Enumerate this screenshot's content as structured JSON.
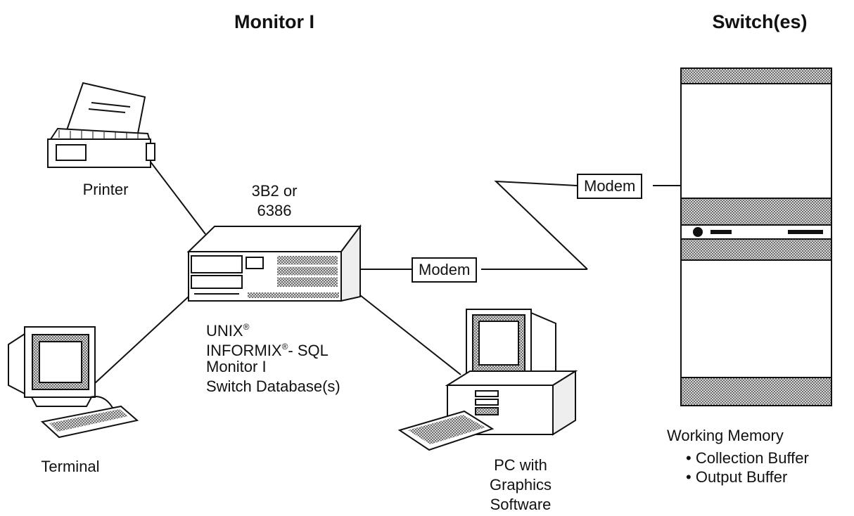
{
  "titles": {
    "left": "Monitor I",
    "right": "Switch(es)"
  },
  "devices": {
    "printer": "Printer",
    "host_model_line1": "3B2  or",
    "host_model_line2": "6386",
    "terminal": "Terminal",
    "pc_line1": "PC with",
    "pc_line2": "Graphics",
    "pc_line3": "Software"
  },
  "host_software": {
    "line1": "UNIX",
    "line1_mark": "®",
    "line2": "INFORMIX",
    "line2_mark": "®",
    "line2_suffix": "- SQL",
    "line3": "Monitor I",
    "line4": "Switch Database(s)"
  },
  "modems": {
    "left": "Modem",
    "right": "Modem"
  },
  "switch_memory": {
    "heading": "Working Memory",
    "items": [
      "Collection Buffer",
      "Output Buffer"
    ]
  },
  "colors": {
    "ink": "#111111",
    "shade": "#9a9a9a",
    "background": "#ffffff"
  }
}
